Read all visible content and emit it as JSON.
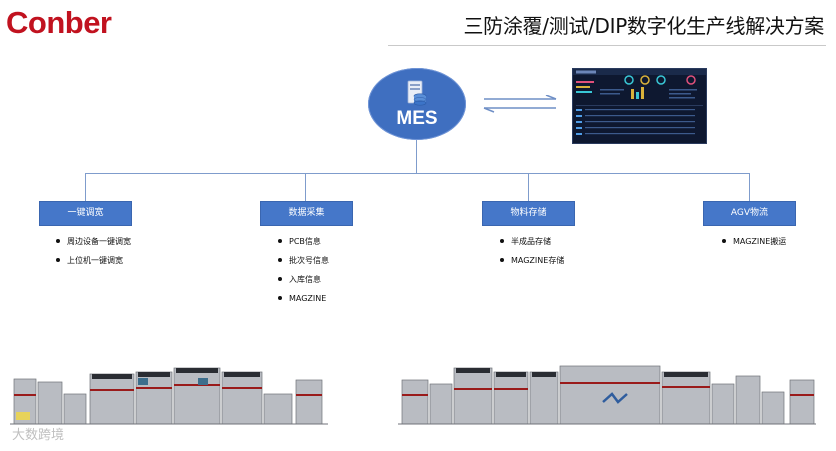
{
  "header": {
    "logo_text": "Conber",
    "title": "三防涂覆/测试/DIP数字化生产线解决方案"
  },
  "mes": {
    "label": "MES",
    "icon": "server-database-icon"
  },
  "dashboard": {
    "icon": "dashboard-screen-icon"
  },
  "exchange_icon": "bidirectional-arrows-icon",
  "categories": [
    {
      "label": "一键调宽",
      "items": [
        "周边设备一键调宽",
        "上位机一键调宽"
      ]
    },
    {
      "label": "数据采集",
      "items": [
        "PCB信息",
        "批次号信息",
        "入库信息",
        "MAGZINE"
      ]
    },
    {
      "label": "物料存储",
      "items": [
        "半成品存储",
        "MAGZINE存储"
      ]
    },
    {
      "label": "AGV物流",
      "items": [
        "MAGZINE搬运"
      ]
    }
  ],
  "production_lines": {
    "left_icon": "production-line-machines",
    "right_icon": "production-line-machines"
  },
  "watermark": "大数跨境",
  "colors": {
    "brand_red": "#c1121f",
    "box_blue": "#4577c9",
    "connector": "#7f9ccc"
  }
}
